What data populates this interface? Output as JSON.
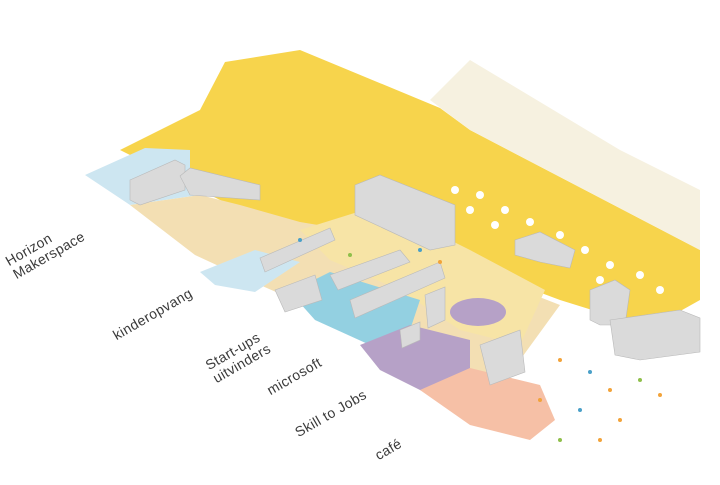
{
  "labels": {
    "horizon": [
      "Horizon",
      "Makerspace"
    ],
    "kinderopvang": "kinderopvang",
    "startups": [
      "Start-ups",
      "uitvinders"
    ],
    "microsoft": "microsoft",
    "skills": "Skill to Jobs",
    "cafe": "café"
  },
  "colors": {
    "yellow": "#f7d44c",
    "light_yellow": "#f7e4a6",
    "sand": "#f3dfb3",
    "light_blue": "#cde6f1",
    "cyan": "#93d0e1",
    "purple": "#b6a1c7",
    "salmon": "#f6c0a6",
    "grey_block": "#dadada",
    "grey_dark": "#a9a9a9",
    "text": "#3a3a3a"
  }
}
